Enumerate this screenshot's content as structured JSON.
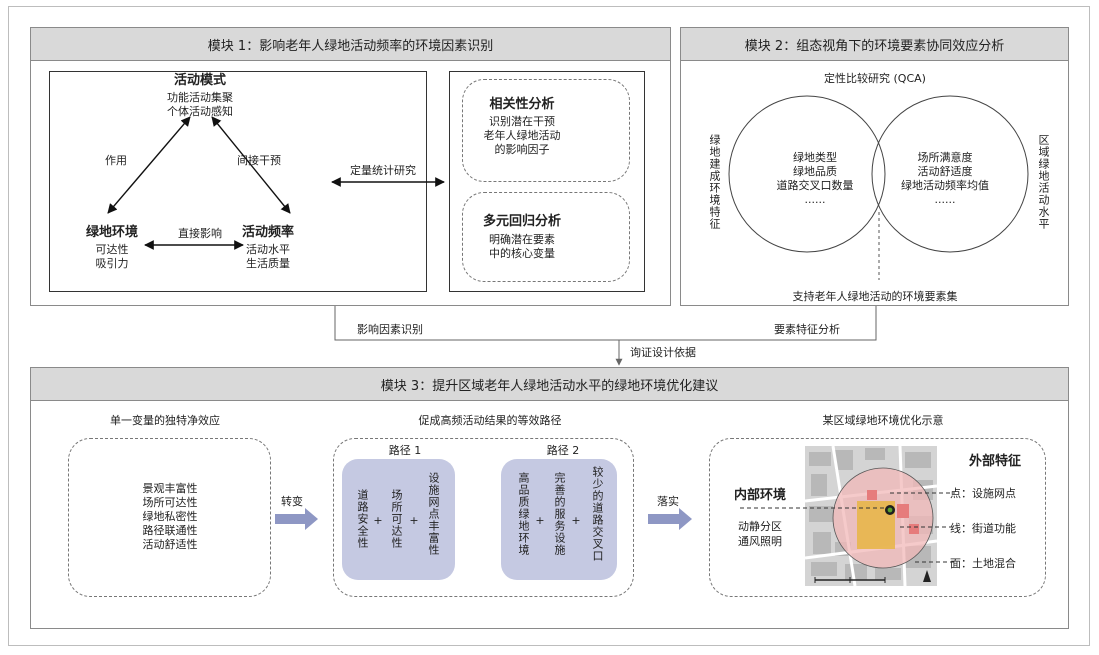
{
  "module1": {
    "header": "模块 1：影响老年人绿地活动频率的环境因素识别",
    "activity_pattern": {
      "title": "活动模式",
      "lines": [
        "功能活动集聚",
        "个体活动感知"
      ]
    },
    "green_env": {
      "title": "绿地环境",
      "lines": [
        "可达性",
        "吸引力"
      ]
    },
    "activity_freq": {
      "title": "活动频率",
      "lines": [
        "活动水平",
        "生活质量"
      ]
    },
    "edge_left": "作用",
    "edge_right": "间接干预",
    "edge_bottom": "直接影响",
    "link_label": "定量统计研究",
    "correlation": {
      "title": "相关性分析",
      "lines": [
        "识别潜在干预",
        "老年人绿地活动",
        "的影响因子"
      ]
    },
    "regression": {
      "title": "多元回归分析",
      "lines": [
        "明确潜在要素",
        "中的核心变量"
      ]
    }
  },
  "module2": {
    "header": "模块 2：组态视角下的环境要素协同效应分析",
    "method": "定性比较研究 (QCA)",
    "left_vertical": "绿地建成环境特征",
    "right_vertical": "区域绿地活动水平",
    "left_circle": [
      "绿地类型",
      "绿地品质",
      "道路交叉口数量",
      "......"
    ],
    "right_circle": [
      "场所满意度",
      "活动舒适度",
      "绿地活动频率均值",
      "......"
    ],
    "bottom": "支持老年人绿地活动的环境要素集"
  },
  "connectors": {
    "left_label": "影响因素识别",
    "right_label": "要素特征分析",
    "down_label": "询证设计依据"
  },
  "module3": {
    "header": "模块 3：提升区域老年人绿地活动水平的绿地环境优化建议",
    "section1_title": "单一变量的独特净效应",
    "variables": [
      "景观丰富性",
      "场所可达性",
      "绿地私密性",
      "路径联通性",
      "活动舒适性"
    ],
    "arrow1_label": "转变",
    "section2_title": "促成高频活动结果的等效路径",
    "path1": {
      "label": "路径 1",
      "items": [
        "道路安全性",
        "场所可达性",
        "设施网点丰富性"
      ],
      "ops": [
        "+",
        "+"
      ]
    },
    "path2": {
      "label": "路径 2",
      "items": [
        "高品质绿地环境",
        "完善的服务设施",
        "较少的道路交叉口"
      ],
      "ops": [
        "+",
        "+"
      ]
    },
    "arrow2_label": "落实",
    "section3_title": "某区域绿地环境优化示意",
    "internal_title": "内部环境",
    "internal_lines": [
      "动静分区",
      "通风照明"
    ],
    "external_title": "外部特征",
    "external_items": [
      "点：设施网点",
      "线：街道功能",
      "面：土地混合"
    ]
  },
  "colors": {
    "header_bg": "#d9d9d9",
    "pill": "#c5c9e2",
    "arrow": "#8e97c4",
    "map_circle": "#f2b8b8",
    "map_yellow": "#e8b64a"
  }
}
